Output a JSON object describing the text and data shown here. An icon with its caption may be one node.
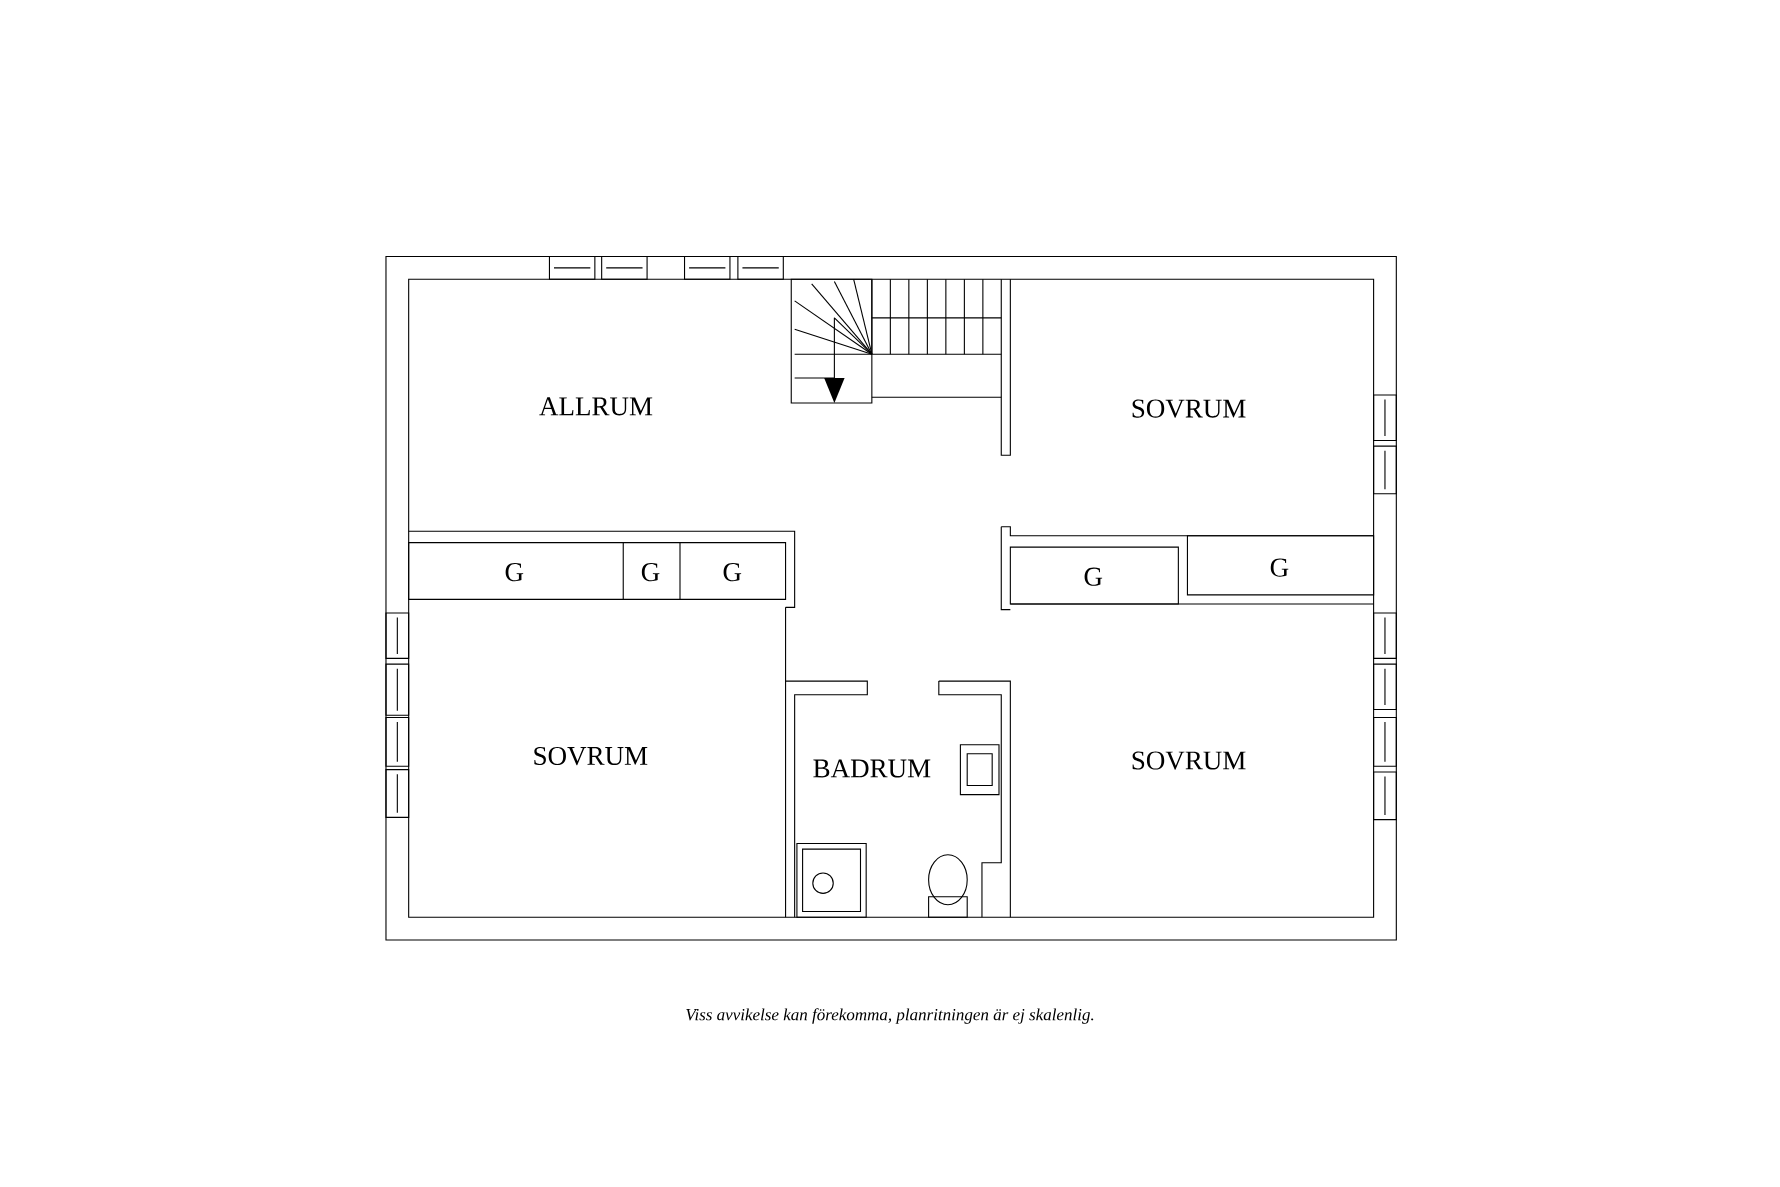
{
  "diagram": {
    "caption": "Viss avvikelse kan förekomma, planritningen är ej skalenlig.",
    "labels": [
      "ALLRUM",
      "SOVRUM",
      "G",
      "G",
      "G",
      "G",
      "G",
      "SOVRUM",
      "BADRUM",
      "SOVRUM"
    ]
  }
}
